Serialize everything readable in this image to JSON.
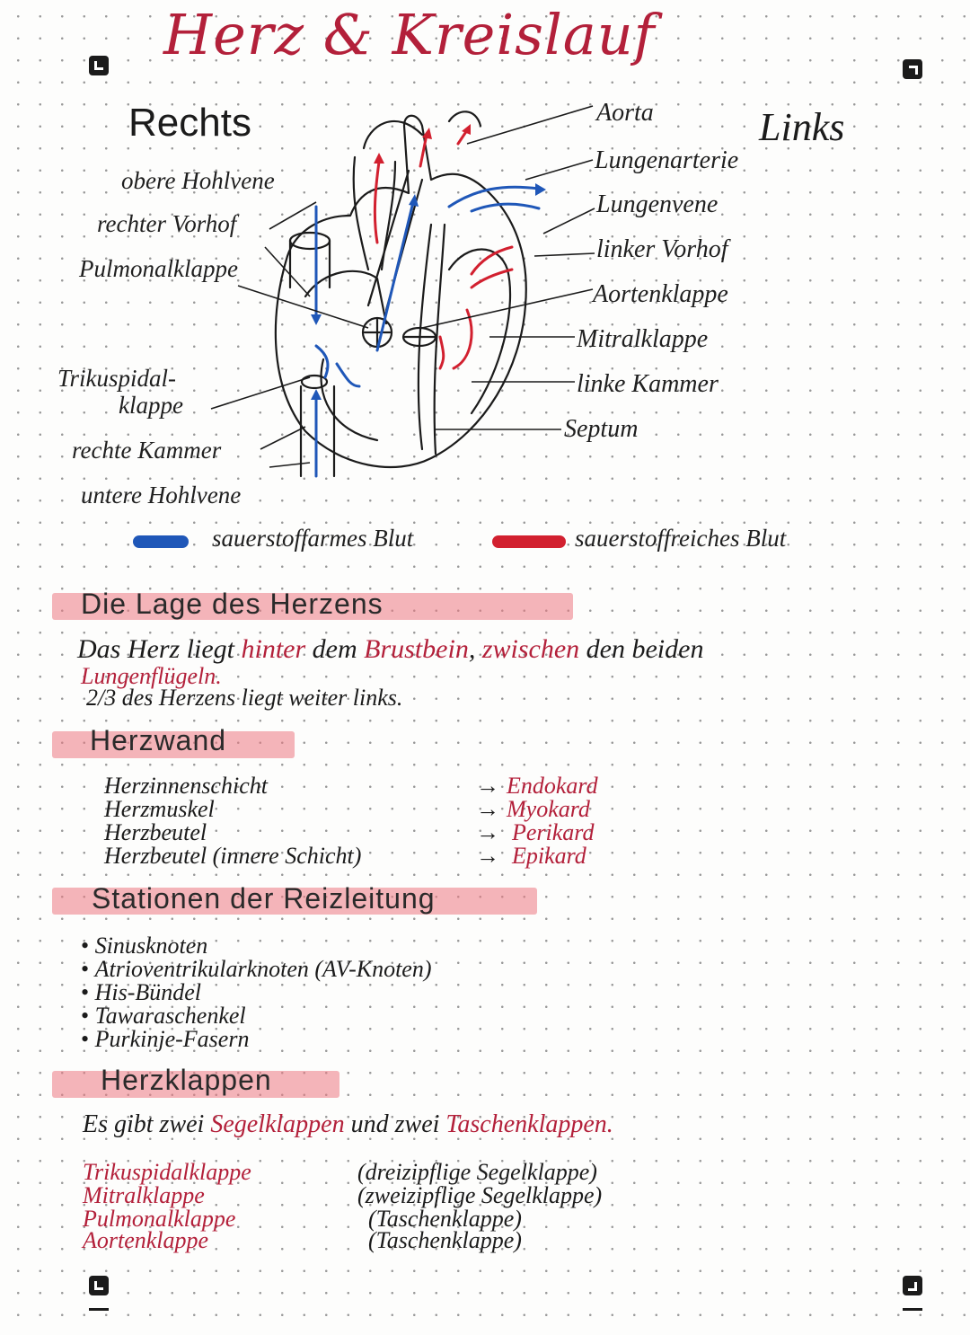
{
  "title": "Herz & Kreislauf",
  "diagram": {
    "side_right": "Rechts",
    "side_left": "Links",
    "labels_right_side": [
      "obere Hohlvene",
      "rechter Vorhof",
      "Pulmonalklappe",
      "Trikuspidal-",
      "klappe",
      "rechte Kammer",
      "untere Hohlvene"
    ],
    "labels_left_side": [
      "Aorta",
      "Lungenarterie",
      "Lungenvene",
      "linker Vorhof",
      "Aortenklappe",
      "Mitralklappe",
      "linke Kammer",
      "Septum"
    ],
    "legend": {
      "blue_label": "sauerstoffarmes Blut",
      "red_label": "sauerstoffreiches Blut",
      "blue_color": "#1f57b8",
      "red_color": "#d2202f"
    }
  },
  "sections": {
    "lage": {
      "title": "Die Lage des Herzens",
      "line1_a": "Das Herz liegt ",
      "line1_b": "hinter",
      "line1_c": " dem ",
      "line1_d": "Brustbein",
      "line1_e": ", ",
      "line1_f": "zwischen",
      "line1_g": " den beiden",
      "line2": "Lungenflügeln.",
      "line3": "2/3 des Herzens liegt weiter links."
    },
    "herzwand": {
      "title": "Herzwand",
      "rows": [
        {
          "term": "Herzinnenschicht",
          "arrow": "→",
          "latin": "Endokard"
        },
        {
          "term": "Herzmuskel",
          "arrow": "→",
          "latin": "Myokard"
        },
        {
          "term": "Herzbeutel",
          "arrow": "→",
          "latin": "Perikard"
        },
        {
          "term": "Herzbeutel (innere Schicht)",
          "arrow": "→",
          "latin": "Epikard"
        }
      ]
    },
    "reizleitung": {
      "title": "Stationen der Reizleitung",
      "items": [
        "Sinusknoten",
        "Atrioventrikularknoten (AV-Knoten)",
        "His-Bündel",
        "Tawaraschenkel",
        "Purkinje-Fasern"
      ]
    },
    "herzklappen": {
      "title": "Herzklappen",
      "intro_a": "Es gibt zwei ",
      "intro_b": "Segelklappen",
      "intro_c": " und zwei ",
      "intro_d": "Taschenklappen.",
      "rows": [
        {
          "name": "Trikuspidalklappe",
          "desc": "(dreizipflige Segelklappe)"
        },
        {
          "name": "Mitralklappe",
          "desc": "(zweizipflige Segelklappe)"
        },
        {
          "name": "Pulmonalklappe",
          "desc": "(Taschenklappe)"
        },
        {
          "name": "Aortenklappe",
          "desc": "(Taschenklappe)"
        }
      ]
    }
  },
  "colors": {
    "accent_red": "#b3203a",
    "highlight_pink": "#ec7882",
    "ink": "#1f1f1f"
  }
}
